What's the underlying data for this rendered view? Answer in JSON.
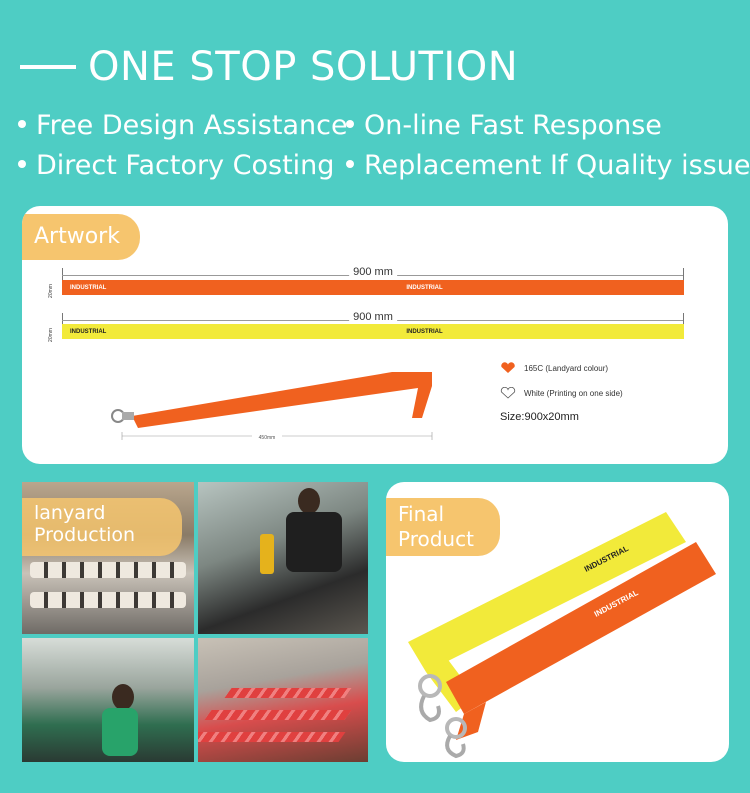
{
  "header": {
    "title": "ONE STOP SOLUTION"
  },
  "features": [
    "Free Design Assistance",
    "On-line Fast Response",
    "Direct Factory Costing",
    "Replacement If Quality issue"
  ],
  "artwork": {
    "tag": "Artwork",
    "dimension_top": "900 mm",
    "dimension_bottom": "900 mm",
    "strap_print": "INDUSTRIAL",
    "side_mark": "20mm",
    "mini_dimension": "450mm",
    "legend": [
      {
        "label": "165C (Landyard colour)",
        "color": "#f0611f"
      },
      {
        "label": "White (Printing on one side)",
        "color": "#ffffff"
      }
    ],
    "size": "Size:900x20mm"
  },
  "production": {
    "tag": "lanyard Production"
  },
  "final": {
    "tag": "Final Product"
  },
  "colors": {
    "background": "#4ecdc4",
    "accent": "#f6c56e",
    "orange": "#f0611f",
    "yellow": "#f2ea3a"
  }
}
